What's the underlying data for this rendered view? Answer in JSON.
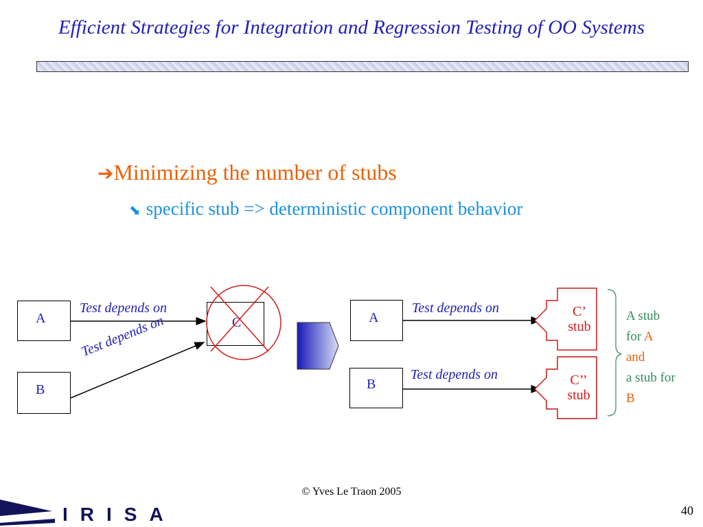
{
  "slide": {
    "title": "Efficient Strategies for Integration and Regression Testing of OO Systems",
    "bullet1": "Minimizing the number of stubs",
    "bullet2": "specific stub => deterministic component behavior",
    "copyright": "© Yves Le Traon 2005",
    "page_number": "40",
    "logo_text": "IRISA"
  },
  "left_diagram": {
    "box_a": "A",
    "box_b": "B",
    "box_c": "C",
    "edge_top": "Test depends on",
    "edge_diag": "Test depends on"
  },
  "right_diagram": {
    "box_a": "A",
    "box_b": "B",
    "edge_top": "Test depends on",
    "edge_bottom": "Test depends on",
    "stub1_name": "C’",
    "stub1_label": "stub",
    "stub2_name": "C’’",
    "stub2_label": "stub"
  },
  "note": {
    "line1": "A stub",
    "line2_prefix": "for ",
    "line2_highlight": "A",
    "line3": "and",
    "line4": "a stub for",
    "line5_highlight": "B"
  },
  "colors": {
    "title": "#1f1fb4",
    "accent_orange": "#e8620b",
    "accent_blue": "#1a90e0",
    "stub_red": "#d21a1a",
    "note_green": "#2e8b57"
  },
  "icons": {
    "bullet1": "right-arrow-icon",
    "bullet2": "diagonal-arrow-icon",
    "transition": "pentagon-arrow-icon"
  }
}
